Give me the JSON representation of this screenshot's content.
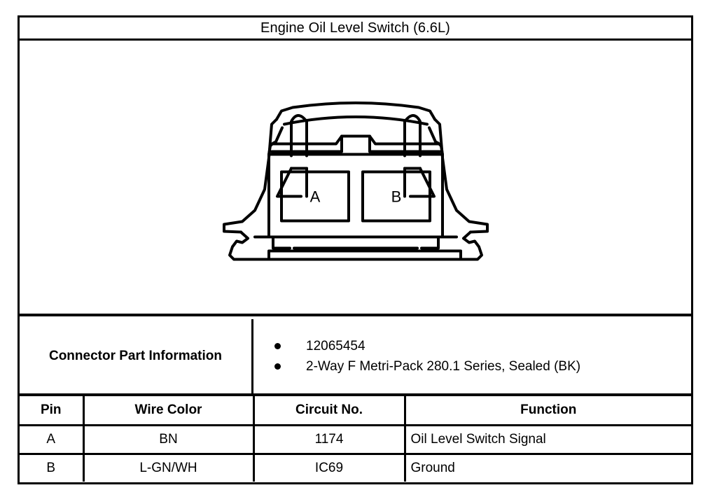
{
  "document": {
    "title": "Engine Oil Level Switch (6.6L)"
  },
  "connector_diagram": {
    "type": "connector-end-view",
    "cavities": [
      {
        "id": "A",
        "label": "A"
      },
      {
        "id": "B",
        "label": "B"
      }
    ]
  },
  "part_information": {
    "label": "Connector Part Information",
    "bullets": [
      "12065454",
      "2-Way F Metri-Pack 280.1 Series, Sealed (BK)"
    ]
  },
  "pin_table": {
    "headers": [
      "Pin",
      "Wire Color",
      "Circuit No.",
      "Function"
    ],
    "rows": [
      {
        "pin": "A",
        "wire_color": "BN",
        "circuit_no": "1174",
        "function": "Oil Level Switch Signal"
      },
      {
        "pin": "B",
        "wire_color": "L-GN/WH",
        "circuit_no": "IC69",
        "function": "Ground"
      }
    ]
  },
  "colors": {
    "ink": "#000000",
    "paper": "#ffffff"
  }
}
